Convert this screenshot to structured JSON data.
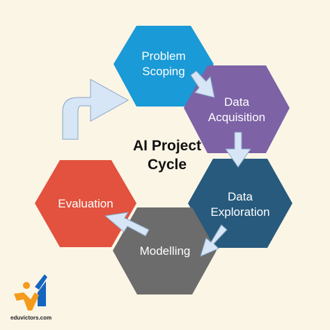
{
  "title": {
    "line1": "AI Project",
    "line2": "Cycle"
  },
  "stages": [
    {
      "id": "problem-scoping",
      "line1": "Problem",
      "line2": "Scoping",
      "color": "#1a9ad6"
    },
    {
      "id": "data-acquisition",
      "line1": "Data",
      "line2": "Acquisition",
      "color": "#7d62a6"
    },
    {
      "id": "data-exploration",
      "line1": "Data",
      "line2": "Exploration",
      "color": "#275a7d"
    },
    {
      "id": "modelling",
      "line1": "Modelling",
      "line2": "",
      "color": "#6c6c6c"
    },
    {
      "id": "evaluation",
      "line1": "Evaluation",
      "line2": "",
      "color": "#e2523e"
    }
  ],
  "arrow_color": "#d6e6f6",
  "arrow_outline": "#8aa4c4",
  "logo": {
    "site": "eduvictors.com",
    "colors": {
      "blue": "#1565c0",
      "orange": "#f59a1b"
    }
  }
}
